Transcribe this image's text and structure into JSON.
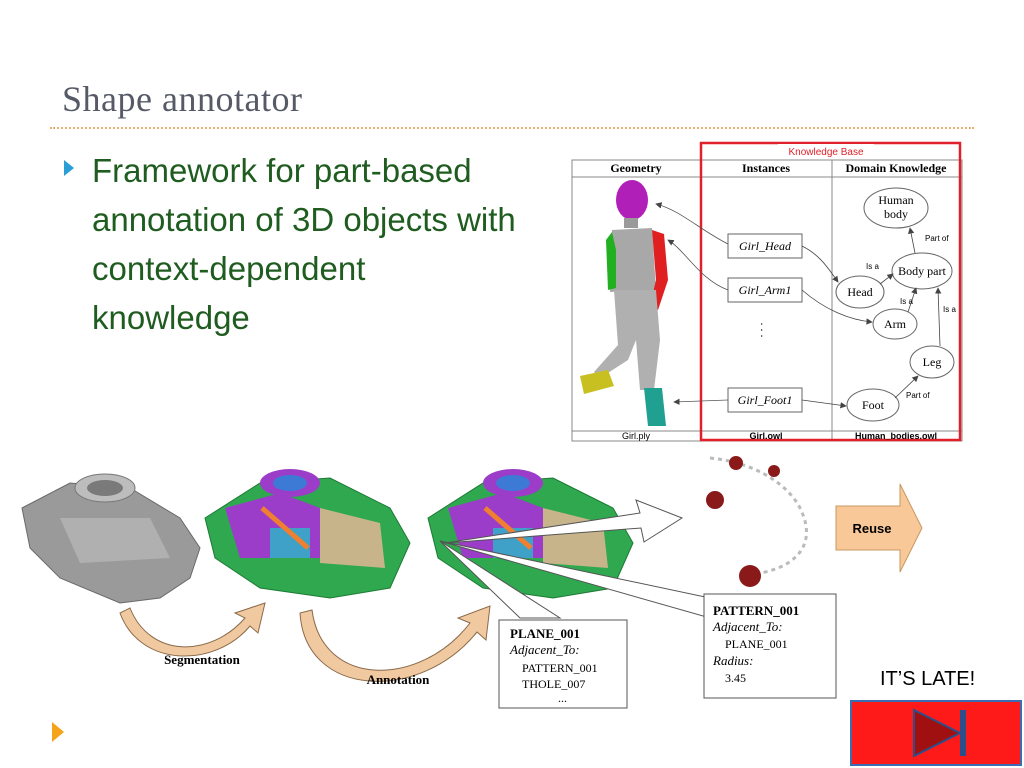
{
  "slide": {
    "title": "Shape annotator",
    "bullet": "Framework for part-based annotation of 3D objects with context-dependent knowledge",
    "late_note": "IT’S LATE!"
  },
  "kb_diagram": {
    "banner": "Knowledge Base",
    "col_geometry": "Geometry",
    "col_instances": "Instances",
    "col_domain": "Domain Knowledge",
    "instances": [
      "Girl_Head",
      "Girl_Arm1",
      "Girl_Foot1"
    ],
    "ellipsis": ". . .",
    "nodes": {
      "human_body": "Human body",
      "body_part": "Body part",
      "head": "Head",
      "arm": "Arm",
      "leg": "Leg",
      "foot": "Foot"
    },
    "relations": {
      "part_of_1": "Part of",
      "is_a_1": "Is a",
      "is_a_2": "Is a",
      "is_a_3": "Is a",
      "part_of_2": "Part of"
    },
    "footer_geometry": "Girl.ply",
    "footer_instances": "Girl.owl",
    "footer_domain": "Human_bodies.owl"
  },
  "pipeline": {
    "step1": "Segmentation",
    "step2": "Annotation",
    "reuse": "Reuse",
    "plane_box": {
      "name": "PLANE_001",
      "relation": "Adjacent_To:",
      "values": [
        "PATTERN_001",
        "THOLE_007",
        "..."
      ]
    },
    "pattern_box": {
      "name": "PATTERN_001",
      "relation": "Adjacent_To:",
      "value": "PLANE_001",
      "attr": "Radius:",
      "attr_value": "3.45"
    }
  },
  "colors": {
    "title": "#555a66",
    "bullet_text": "#1f5c1f",
    "bullet_marker": "#2a9fd6",
    "kb_border": "#e0202a",
    "reuse_arrow": "#f8c898",
    "nav_button": "#ff1a1a"
  },
  "icons": {
    "bullet": "triangle-right-icon",
    "footer": "triangle-right-icon",
    "nav": "skip-forward-icon"
  }
}
